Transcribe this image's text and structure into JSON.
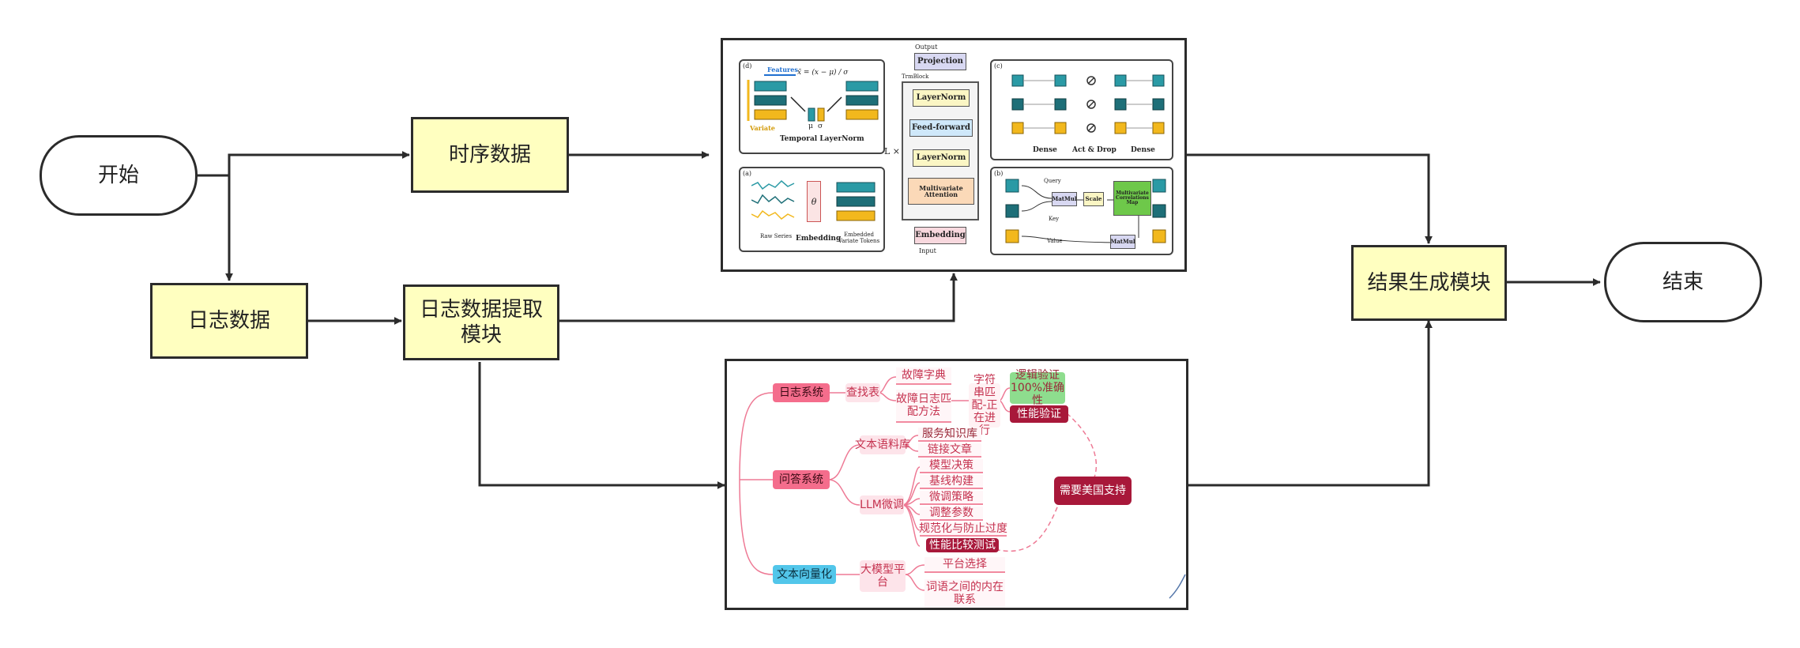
{
  "flow": {
    "start": "开始",
    "ts_data": "时序数据",
    "log_data": "日志数据",
    "log_extract": "日志数据提取模块",
    "result": "结果生成模块",
    "end": "结束"
  },
  "itransformer": {
    "d_label": "(d)",
    "features": "Features",
    "variate": "Variate",
    "formula": "x̃ = (x − μ) / σ",
    "mu": "μ",
    "sigma": "σ",
    "temporal_layernorm": "Temporal LayerNorm",
    "a_label": "(a)",
    "raw_series": "Raw Series",
    "embedding": "Embedding",
    "theta": "θ",
    "embedded_tokens": "Embedded Variate Tokens",
    "output": "Output",
    "projection": "Projection",
    "trmblock": "TrmBlock",
    "layernorm_top": "LayerNorm",
    "feed_forward": "Feed-forward",
    "layernorm_mid": "LayerNorm",
    "multivariate_attention": "Multivariate Attention",
    "embedding_center": "Embedding",
    "input": "Input",
    "l_times": "L ×",
    "c_label": "(c)",
    "dense1": "Dense",
    "act_drop": "Act & Drop",
    "dense2": "Dense",
    "b_label": "(b)",
    "query": "Query",
    "key": "Key",
    "value": "Value",
    "matmul1": "MatMul",
    "scale": "Scale",
    "matmul2": "MatMul",
    "corr_map": "Multivariate Correlations Map"
  },
  "mindmap": {
    "log_system": "日志系统",
    "lookup_table": "查找表",
    "fault_dict": "故障字典",
    "fault_log_match": "故障日志匹配方法",
    "string_match": "字符串匹配-正在进行",
    "logic_verify": "逻辑验证 100%准确性",
    "perf_verify": "性能验证",
    "qa_system": "问答系统",
    "text_corpus": "文本语料库",
    "service_kb": "服务知识库",
    "link_article": "链接文章",
    "llm_finetune": "LLM微调",
    "model_decision": "模型决策",
    "baseline": "基线构建",
    "finetune_strategy": "微调策略",
    "tune_params": "调整参数",
    "regularize": "规范化与防止过度",
    "perf_compare": "性能比较测试",
    "need_us_support": "需要美国支持",
    "text_vector": "文本向量化",
    "llm_platform": "大模型平台",
    "platform_select": "平台选择",
    "word_relation": "词语之间的内在联系"
  },
  "colors": {
    "box_fill": "#ffffc0",
    "border": "#2b2b2b",
    "mind_line": "#ee7a95",
    "teal": "#2a9aa5",
    "teal_dark": "#1e6f78",
    "yellow": "#f2b81d",
    "lavender": "#d8d8f2",
    "lightyellow": "#fbf6c4",
    "lightblue": "#cfe8fa",
    "peach": "#fbd9b8",
    "pink": "#f8d8de"
  }
}
